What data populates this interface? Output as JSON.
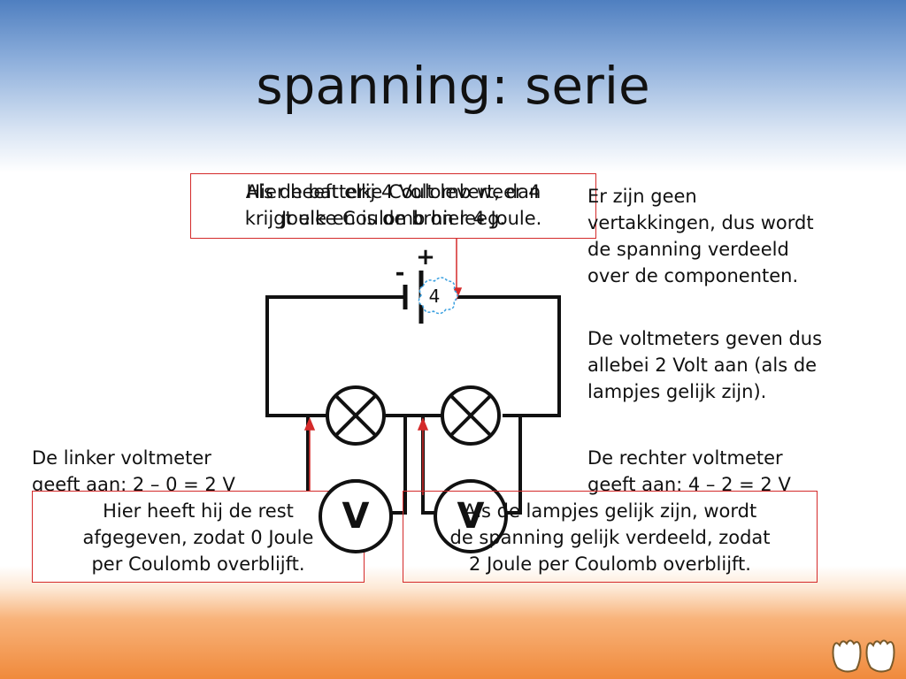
{
  "slide": {
    "title": "spanning: serie",
    "top_box_text_a": "Als de batterij 4 Volt levert, dan\nkrijgt elke Coulomb hier 4 Joule.",
    "top_box_text_b": "Hier heeft elke Coulomb weer 4\nJoule en is de bron leeg.",
    "right_text_1": "Er zijn geen\nvertakkingen, dus wordt\nde spanning verdeeld\nover de componenten.",
    "right_text_2": "De voltmeters geven dus\nallebei 2 Volt aan (als de\nlampjes gelijk zijn).",
    "left_voltmeter_text": "De linker voltmeter\ngeeft aan: 2 – 0 = 2 V",
    "right_voltmeter_text": "De rechter voltmeter\ngeeft aan: 4 – 2 = 2 V",
    "bottom_left_box": "Hier heeft hij de rest\nafgegeven, zodat 0 Joule\nper Coulomb overblijft.",
    "bottom_right_box": "Als de lampjes gelijk zijn, wordt\nde spanning gelijk verdeeld, zodat\n2 Joule per Coulomb overblijft.",
    "battery_plus": "+",
    "battery_minus": "-",
    "charge_value": "4",
    "voltmeter_left_label": "V",
    "voltmeter_right_label": "V"
  },
  "colors": {
    "accent_red": "#d42a2a",
    "wire": "#111111",
    "cloud": "#3aa0e0"
  }
}
